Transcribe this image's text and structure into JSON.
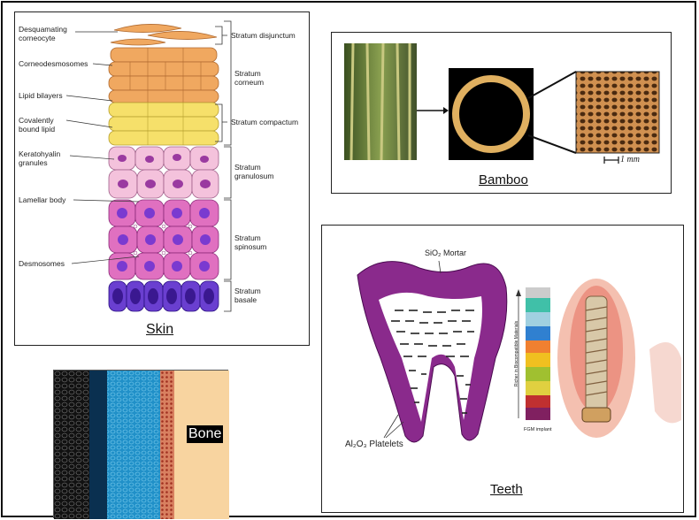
{
  "skin": {
    "caption": "Skin",
    "left_labels": {
      "desquamating": "Desquamating\ncorneocyte",
      "corneodesmosomes": "Corneodesmosomes",
      "lipid_bilayers": "Lipid bilayers",
      "covalently_bound": "Covalently\nbound lipid",
      "keratohyalin": "Keratohyalin\ngranules",
      "lamellar": "Lamellar body",
      "desmosomes": "Desmosomes"
    },
    "right_labels": {
      "disjunctum": "Stratum disjunctum",
      "corneum": "Stratum\ncorneum",
      "compactum": "Stratum compactum",
      "granulosum": "Stratum\ngranulosum",
      "spinosum": "Stratum\nspinosum",
      "basale": "Stratum\nbasale"
    }
  },
  "bamboo": {
    "caption": "Bamboo",
    "scale": "1 mm"
  },
  "teeth": {
    "caption": "Teeth",
    "mortar": "SiO₂ Mortar",
    "platelets": "Al₂O₃ Platelets",
    "gradient_axis": "Richer in Biocompatible Materials",
    "implant": "FGM implant"
  },
  "bone": {
    "label": "Bone"
  },
  "colors": {
    "corneum": "#f0a860",
    "compactum": "#f6e06a",
    "granulosum": "#f4c2dc",
    "spinosum": "#e070c0",
    "basale": "#6a3fd0",
    "tooth_enamel": "#8a2a8c",
    "bone_bg": "#f8d4a0"
  }
}
